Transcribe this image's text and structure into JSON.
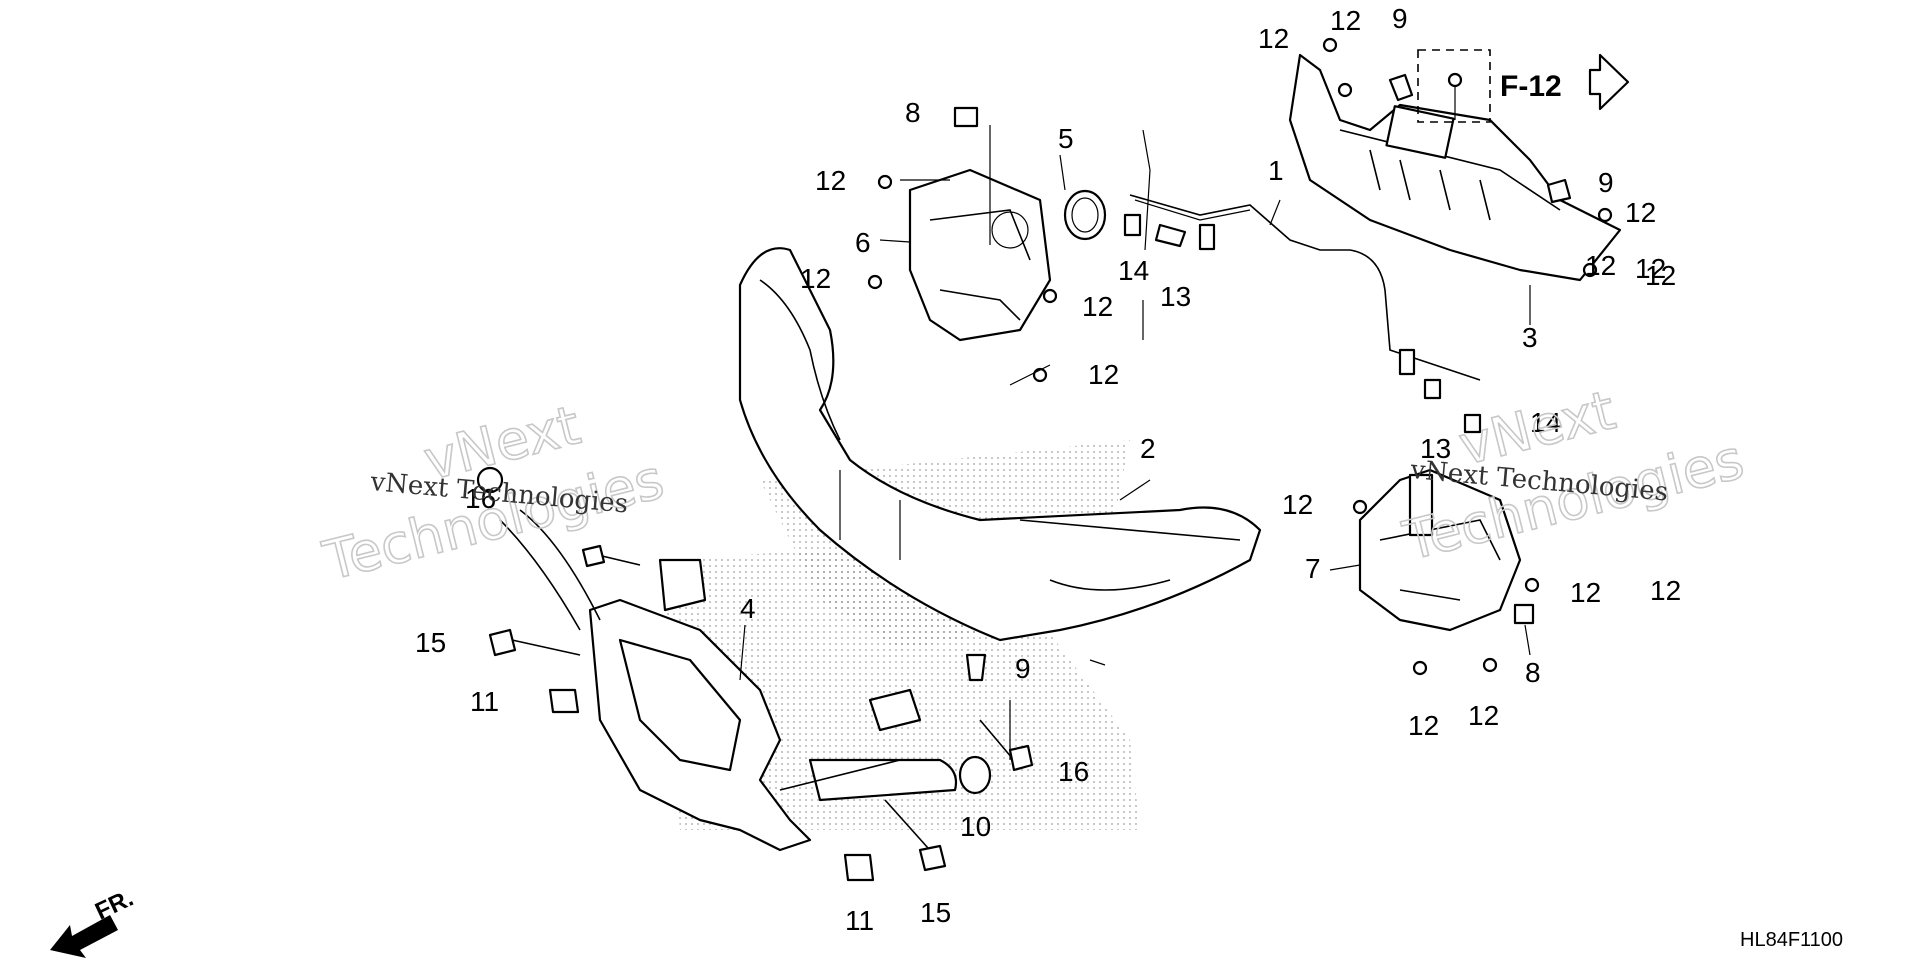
{
  "callouts": [
    "1",
    "2",
    "3",
    "4",
    "5",
    "6",
    "7",
    "8",
    "8",
    "9",
    "9",
    "9",
    "10",
    "11",
    "11",
    "12",
    "12",
    "12",
    "12",
    "12",
    "12",
    "12",
    "12",
    "12",
    "12",
    "12",
    "12",
    "12",
    "12",
    "12",
    "13",
    "13",
    "14",
    "14",
    "15",
    "15",
    "16",
    "16"
  ],
  "reference": {
    "label": "F-12"
  },
  "direction": {
    "label": "FR."
  },
  "diagram_code": "HL84F1100",
  "watermarks": [
    "vNext",
    "Technologies",
    "vNext Technologies"
  ]
}
